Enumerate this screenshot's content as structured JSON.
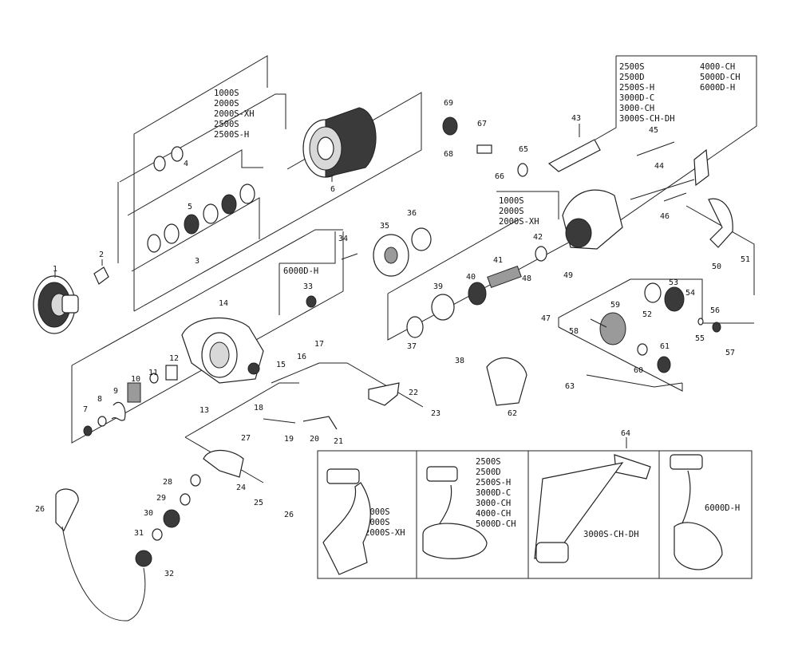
{
  "callouts": [
    "1",
    "2",
    "3",
    "4",
    "5",
    "6",
    "7",
    "8",
    "9",
    "10",
    "11",
    "12",
    "13",
    "14",
    "15",
    "16",
    "17",
    "18",
    "19",
    "20",
    "21",
    "22",
    "23",
    "24",
    "25",
    "26",
    "27",
    "28",
    "29",
    "30",
    "31",
    "32",
    "33",
    "34",
    "35",
    "36",
    "37",
    "38",
    "39",
    "40",
    "41",
    "42",
    "43",
    "44",
    "45",
    "46",
    "47",
    "48",
    "49",
    "50",
    "51",
    "52",
    "53",
    "54",
    "55",
    "56",
    "57",
    "58",
    "59",
    "60",
    "61",
    "62",
    "63",
    "64",
    "65",
    "66",
    "67",
    "68",
    "69",
    "26"
  ],
  "spool_models": [
    "1000S",
    "2000S",
    "2000S-XH",
    "2500S",
    "2500S-H"
  ],
  "rotor_models": [
    "1000S",
    "2000S",
    "2000S-XH"
  ],
  "frame_models_col1": [
    "2500S",
    "2500D",
    "2500S-H",
    "3000D-C",
    "3000-CH",
    "3000S-CH-DH"
  ],
  "frame_models_col2": [
    "4000-CH",
    "5000D-CH",
    "6000D-H"
  ],
  "big_model": "6000D-H",
  "handle_models": {
    "a": [
      "1000S",
      "2000S",
      "2000S-XH"
    ],
    "b": [
      "2500S",
      "2500D",
      "2500S-H",
      "3000D-C",
      "3000-CH",
      "4000-CH",
      "5000D-CH"
    ],
    "c": "3000S-CH-DH",
    "d": "6000D-H"
  },
  "colors": {
    "ink": "#222222",
    "fill_dark": "#3a3a3a",
    "fill_mid": "#9a9a9a",
    "fill_light": "#d8d8d8"
  }
}
